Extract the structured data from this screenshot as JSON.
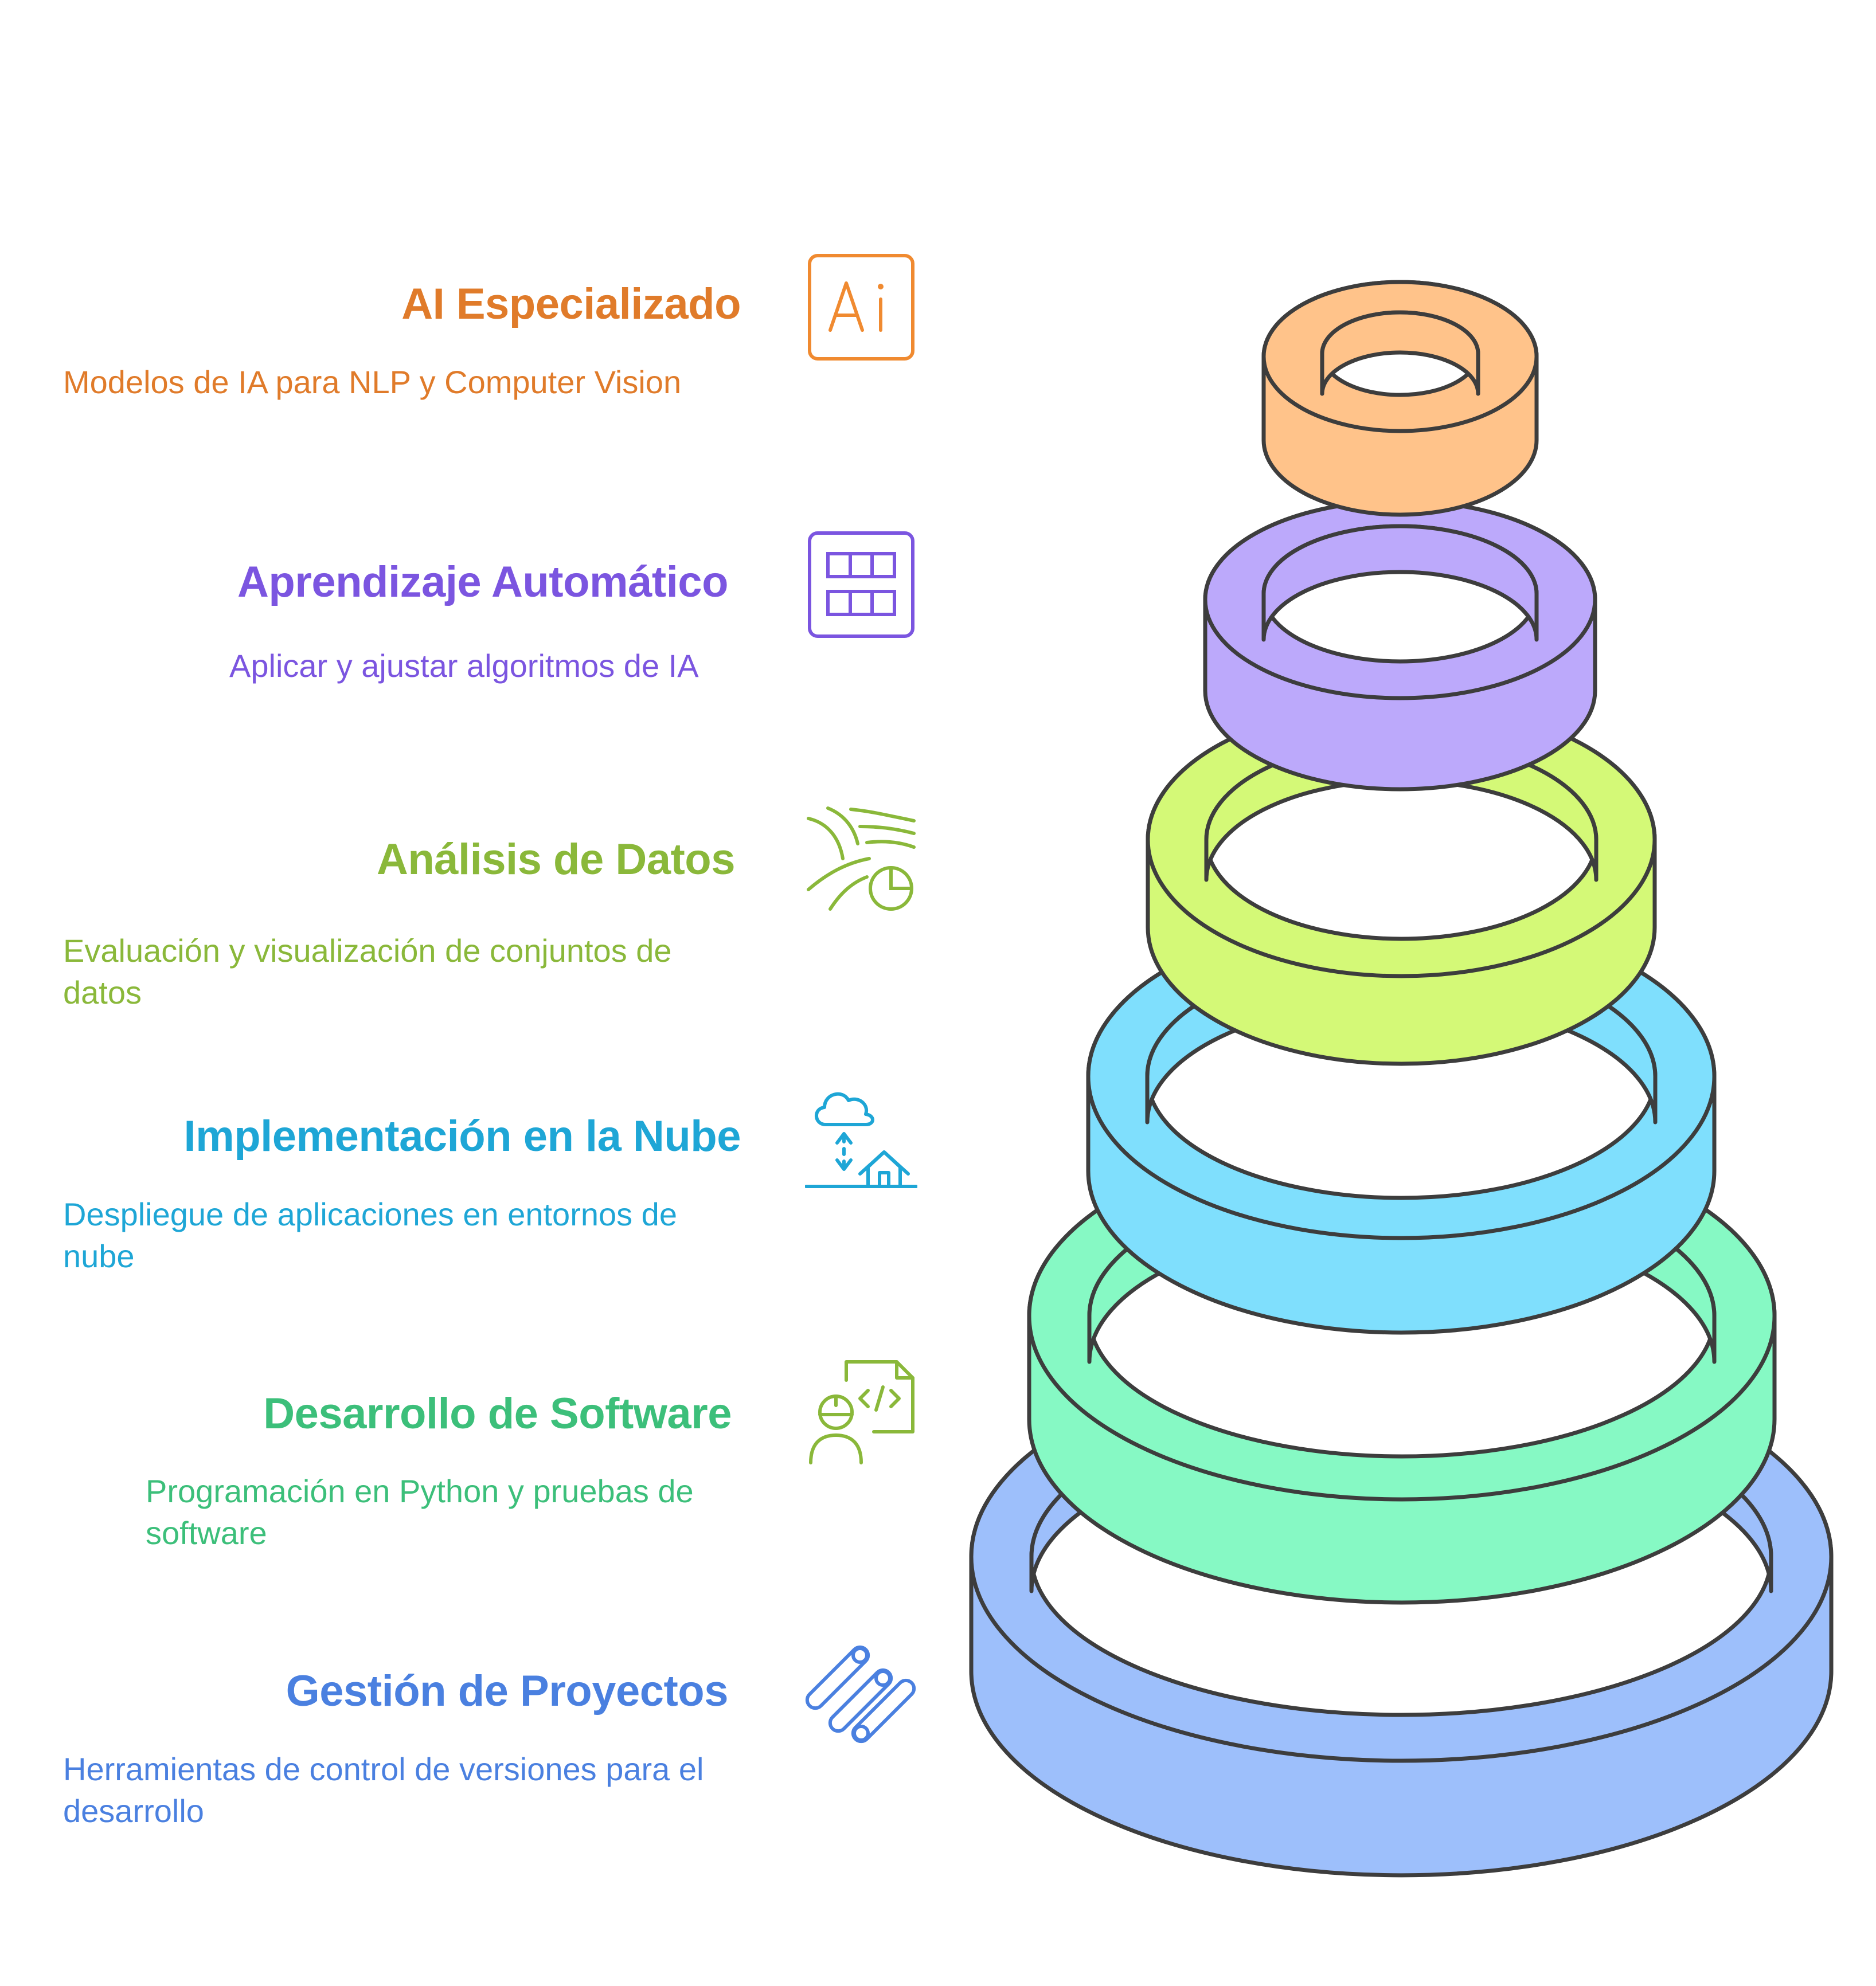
{
  "items": [
    {
      "title": "AI Especializado",
      "description": "Modelos de IA para NLP y Computer Vision",
      "color": "#e07b2a",
      "icon": "ai-chip-icon",
      "ring_color": "#ffc38a"
    },
    {
      "title": "Aprendizaje Automático",
      "description": "Aplicar y ajustar algoritmos de IA",
      "color": "#7b55e0",
      "icon": "grid-table-icon",
      "ring_color": "#bca9fb"
    },
    {
      "title": "Análisis de Datos",
      "description": "Evaluación y visualización de conjuntos de datos",
      "color": "#8ab83a",
      "icon": "data-flow-chart-icon",
      "ring_color": "#d4f977"
    },
    {
      "title": "Implementación en la Nube",
      "description": "Despliegue de aplicaciones en entornos de nube",
      "color": "#1ea6d6",
      "icon": "cloud-deploy-icon",
      "ring_color": "#7fdffd"
    },
    {
      "title": "Desarrollo de Software",
      "description": "Programación en Python y pruebas de software",
      "color": "#3cbf7a",
      "icon": "developer-code-icon",
      "ring_color": "#86f9c4"
    },
    {
      "title": "Gestión de Proyectos",
      "description": "Herramientas de control de versiones para el desarrollo",
      "color": "#4a80e0",
      "icon": "version-control-icon",
      "ring_color": "#9dbffb"
    }
  ]
}
